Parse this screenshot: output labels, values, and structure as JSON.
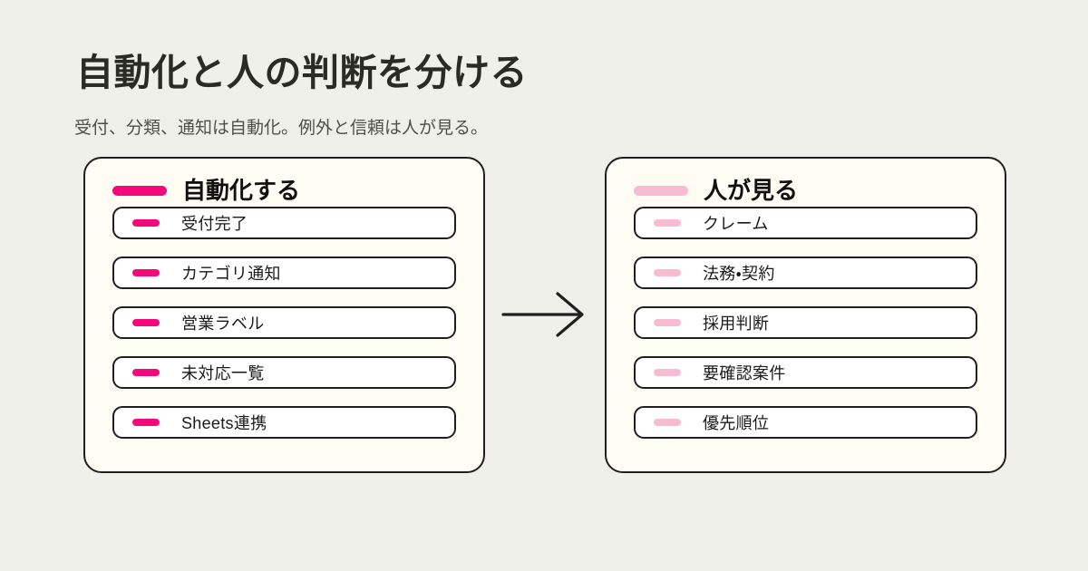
{
  "page": {
    "title": "自動化と人の判断を分ける",
    "subtitle": "受付、分類、通知は自動化。例外と信頼は人が見る。"
  },
  "colors": {
    "background": "#F0F0EB",
    "card_background": "#FFFDF3",
    "item_background": "#FFFFFF",
    "border": "#1F1F1F",
    "accent_automation": "#F4087B",
    "accent_human": "#F8BCD2"
  },
  "cards": [
    {
      "header": "自動化する",
      "accent": "#F4087B",
      "items": [
        "受付完了",
        "カテゴリ通知",
        "営業ラベル",
        "未対応一覧",
        "Sheets連携"
      ]
    },
    {
      "header": "人が見る",
      "accent": "#F8BCD2",
      "items": [
        "クレーム",
        "法務・契約",
        "採用判断",
        "要確認案件",
        "優先順位"
      ]
    }
  ],
  "arrow": {
    "direction": "right",
    "meaning": "flow-from-automation-to-human"
  }
}
